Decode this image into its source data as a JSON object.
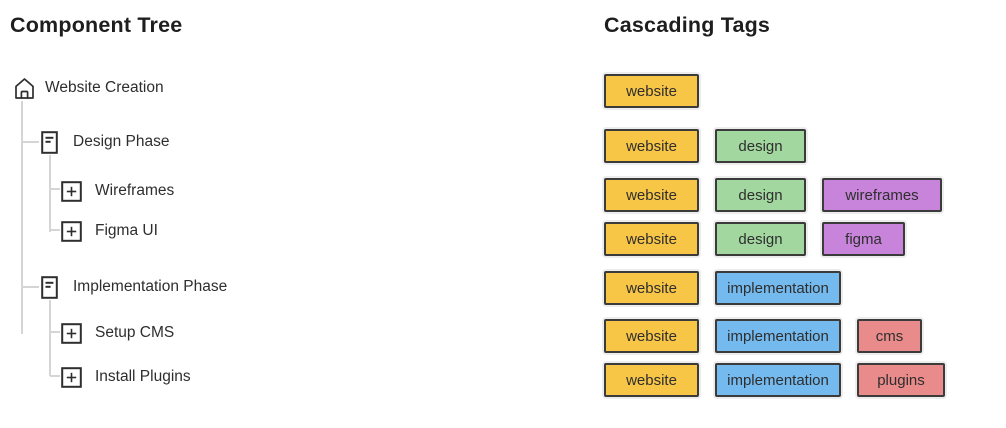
{
  "headers": {
    "left_title": "Component Tree",
    "right_title": "Cascading Tags"
  },
  "tree": {
    "items": [
      {
        "label": "Website Creation",
        "icon": "home-icon",
        "level": 0
      },
      {
        "label": "Design Phase",
        "icon": "document-icon",
        "level": 1
      },
      {
        "label": "Wireframes",
        "icon": "plus-square-icon",
        "level": 2
      },
      {
        "label": "Figma UI",
        "icon": "plus-square-icon",
        "level": 2
      },
      {
        "label": "Implementation Phase",
        "icon": "document-icon",
        "level": 1
      },
      {
        "label": "Setup CMS",
        "icon": "plus-square-icon",
        "level": 2
      },
      {
        "label": "Install Plugins",
        "icon": "plus-square-icon",
        "level": 2
      }
    ]
  },
  "palette": {
    "yellow": "#F8C647",
    "green": "#A3D7A0",
    "purple": "#C884DA",
    "blue": "#75BAEE",
    "red": "#E98B8B",
    "tag_border": "#3B3B3B",
    "tree_line": "#D5D5D5",
    "text": "#2E2E2E"
  },
  "tag_rows": [
    {
      "tags": [
        {
          "label": "website",
          "color": "yellow"
        }
      ]
    },
    {
      "tags": [
        {
          "label": "website",
          "color": "yellow"
        },
        {
          "label": "design",
          "color": "green"
        }
      ]
    },
    {
      "tags": [
        {
          "label": "website",
          "color": "yellow"
        },
        {
          "label": "design",
          "color": "green"
        },
        {
          "label": "wireframes",
          "color": "purple"
        }
      ]
    },
    {
      "tags": [
        {
          "label": "website",
          "color": "yellow"
        },
        {
          "label": "design",
          "color": "green"
        },
        {
          "label": "figma",
          "color": "purple"
        }
      ]
    },
    {
      "tags": [
        {
          "label": "website",
          "color": "yellow"
        },
        {
          "label": "implementation",
          "color": "blue"
        }
      ]
    },
    {
      "tags": [
        {
          "label": "website",
          "color": "yellow"
        },
        {
          "label": "implementation",
          "color": "blue"
        },
        {
          "label": "cms",
          "color": "red"
        }
      ]
    },
    {
      "tags": [
        {
          "label": "website",
          "color": "yellow"
        },
        {
          "label": "implementation",
          "color": "blue"
        },
        {
          "label": "plugins",
          "color": "red"
        }
      ]
    }
  ]
}
